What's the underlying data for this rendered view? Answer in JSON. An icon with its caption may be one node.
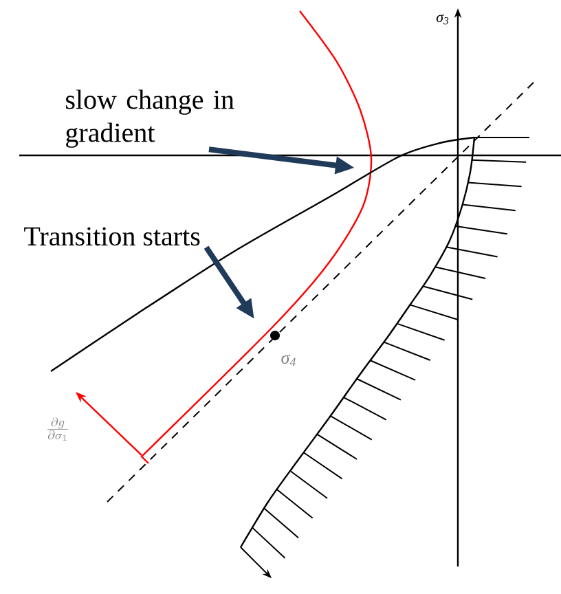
{
  "diagram": {
    "nodes": [
      {
        "text": [
          "slow change in gradient"
        ]
      },
      {
        "text": [
          "Transition starts"
        ]
      }
    ],
    "edges": [
      {
        "from": 0,
        "to": null,
        "arrow": "to"
      },
      {
        "from": 1,
        "to": null,
        "arrow": "to"
      }
    ],
    "labels": [
      "σ$_{3}$",
      "σ$_{4}$",
      "\\frac{\\partial g}{\\partial \\sigma_{1}}"
    ]
  }
}
